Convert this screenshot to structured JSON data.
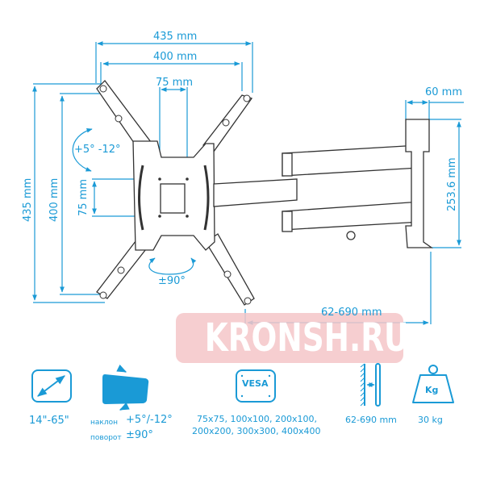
{
  "colors": {
    "accent": "#1a9ad6",
    "line_art": "#333333",
    "watermark_bg": "#f4c6c8",
    "watermark_text": "#ffffff"
  },
  "dimensions": {
    "top_outer": "435 mm",
    "top_inner": "400 mm",
    "vesa_min_h": "75 mm",
    "left_outer": "435 mm",
    "left_inner": "400 mm",
    "vesa_min_v": "75 mm",
    "tilt": "+5° -12°",
    "rotation": "±90°",
    "wall_plate_depth": "60 mm",
    "wall_plate_height": "253.6 mm",
    "extension": "62-690 mm"
  },
  "watermark": "KRONSH.RU",
  "features": {
    "screen_size": {
      "icon": "diagonal-arrow-icon",
      "label": "14\"-65\""
    },
    "tilt_swivel": {
      "icon": "tilt-screen-icon",
      "tilt_label": "наклон",
      "tilt_value": "+5°/-12°",
      "swivel_label": "поворот",
      "swivel_value": "±90°"
    },
    "vesa": {
      "icon": "vesa-icon",
      "icon_text": "VESA",
      "line1": "75x75, 100x100, 200x100,",
      "line2": "200x200, 300x300, 400x400"
    },
    "distance": {
      "icon": "wall-distance-icon",
      "label": "62-690 mm"
    },
    "weight": {
      "icon": "weight-icon",
      "icon_text": "Kg",
      "label": "30 kg"
    }
  }
}
